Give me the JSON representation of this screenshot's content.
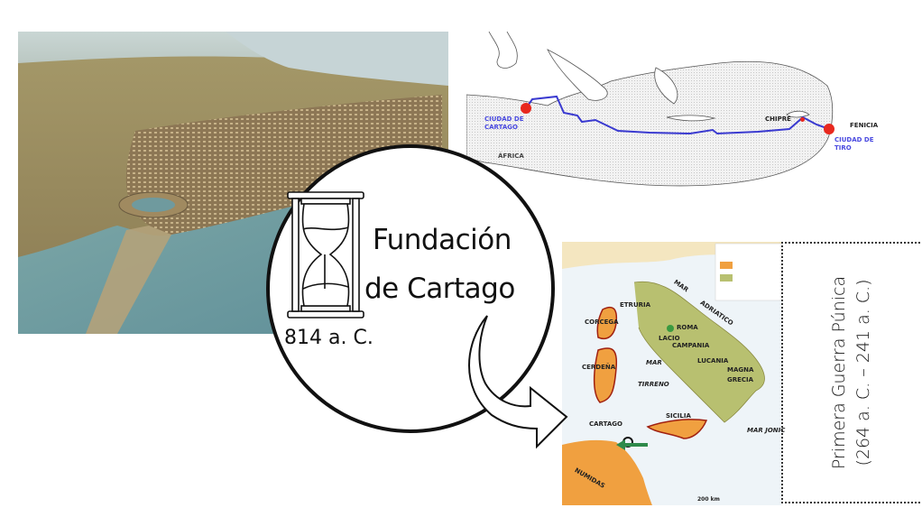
{
  "slide": {
    "title_line1": "Fundación",
    "title_line2": "de Cartago",
    "date": "814 a. C.",
    "side_box": {
      "line1": "Primera Guerra Púnica",
      "line2": "(264 a. C. – 241 a. C.)"
    }
  },
  "route_map": {
    "labels": {
      "cartago": "CIUDAD DE CARTAGO",
      "africa": "ÁFRICA",
      "chipre": "CHIPRE",
      "fenicia": "FENICIA",
      "tiro": "CIUDAD DE TIRO"
    },
    "colors": {
      "route": "#3a3ad0",
      "city": "#e8281e",
      "label": "#4a4ae0"
    }
  },
  "italy_map": {
    "labels": {
      "corcega": "CORCEGA",
      "cerdena": "CERDEÑA",
      "etruria": "ETRURIA",
      "roma": "ROMA",
      "lacio": "LACIO",
      "campania": "CAMPANIA",
      "lucania": "LUCANIA",
      "magna": "MAGNA",
      "grecia": "GRECIA",
      "mar": "MAR",
      "tirreno": "TIRRENO",
      "adriatico": "ADRIATICO",
      "mar2": "MAR",
      "sicilia": "SICILIA",
      "cartago": "CARTAGO",
      "numidas": "NUMIDAS",
      "jonico": "MAR JONIC",
      "scale": "200 km"
    },
    "colors": {
      "carthage": "#f0a040",
      "rome": "#b8c070",
      "sea": "#eef4f8"
    }
  }
}
